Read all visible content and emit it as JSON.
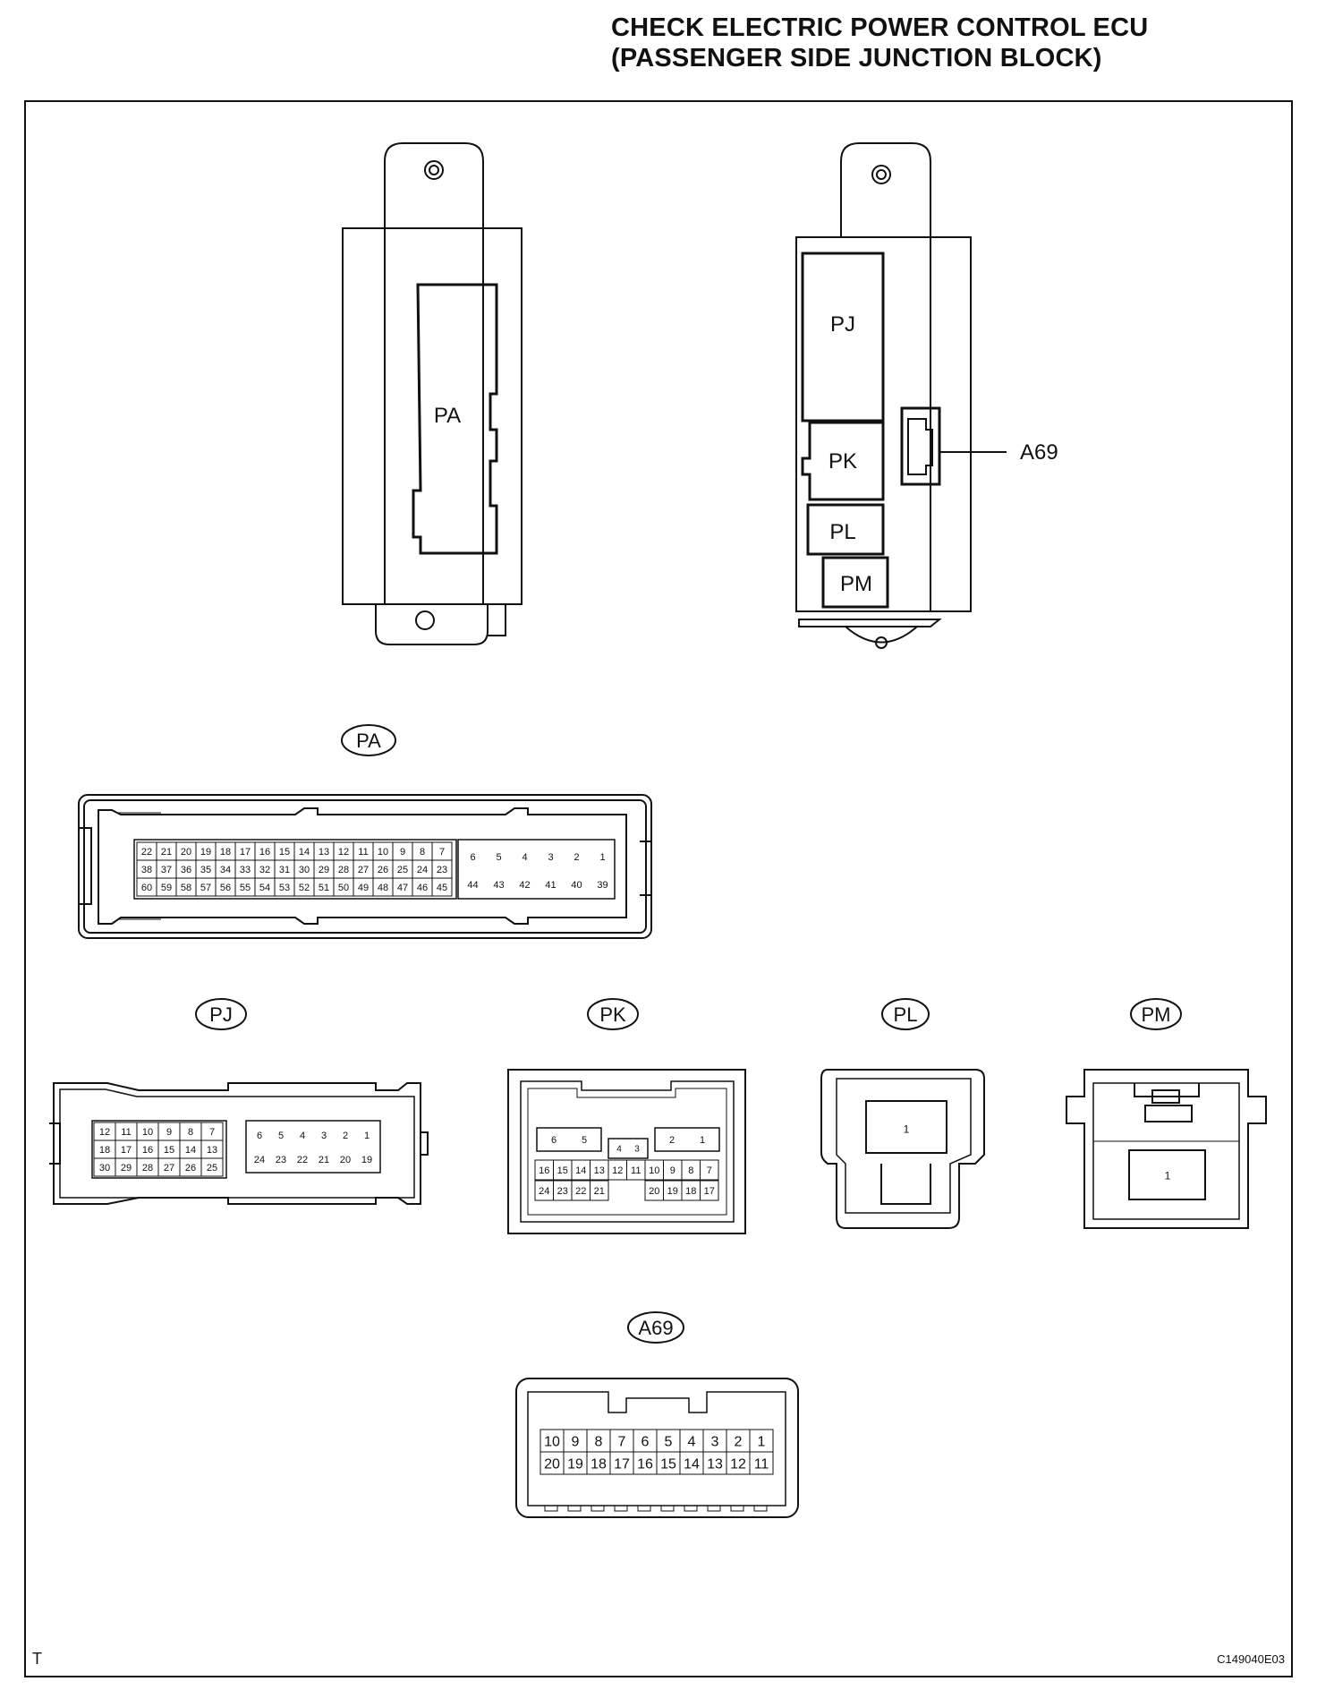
{
  "title_line1": "CHECK ELECTRIC POWER CONTROL ECU",
  "title_line2": "(PASSENGER SIDE JUNCTION BLOCK)",
  "corner_mark": "T",
  "figure_code": "C149040E03",
  "top_view": {
    "left_block_label": "PA",
    "right_block_labels": [
      "PJ",
      "PK",
      "PL",
      "PM"
    ],
    "callout_label": "A69"
  },
  "connectors": {
    "PA": {
      "label": "PA",
      "left_rows": [
        [
          "22",
          "21",
          "20",
          "19",
          "18",
          "17",
          "16",
          "15",
          "14",
          "13",
          "12",
          "11",
          "10",
          "9",
          "8",
          "7"
        ],
        [
          "38",
          "37",
          "36",
          "35",
          "34",
          "33",
          "32",
          "31",
          "30",
          "29",
          "28",
          "27",
          "26",
          "25",
          "24",
          "23"
        ],
        [
          "60",
          "59",
          "58",
          "57",
          "56",
          "55",
          "54",
          "53",
          "52",
          "51",
          "50",
          "49",
          "48",
          "47",
          "46",
          "45"
        ]
      ],
      "right_rows": [
        [
          "6",
          "5",
          "4",
          "3",
          "2",
          "1"
        ],
        [
          "44",
          "43",
          "42",
          "41",
          "40",
          "39"
        ]
      ]
    },
    "PJ": {
      "label": "PJ",
      "left_rows": [
        [
          "12",
          "11",
          "10",
          "9",
          "8",
          "7"
        ],
        [
          "18",
          "17",
          "16",
          "15",
          "14",
          "13"
        ],
        [
          "30",
          "29",
          "28",
          "27",
          "26",
          "25"
        ]
      ],
      "right_rows": [
        [
          "6",
          "5",
          "4",
          "3",
          "2",
          "1"
        ],
        [
          "24",
          "23",
          "22",
          "21",
          "20",
          "19"
        ]
      ]
    },
    "PK": {
      "label": "PK",
      "top_left": [
        "6",
        "5"
      ],
      "top_mid": [
        "4",
        "3"
      ],
      "top_right": [
        "2",
        "1"
      ],
      "mid_row": [
        "16",
        "15",
        "14",
        "13",
        "12",
        "11",
        "10",
        "9",
        "8",
        "7"
      ],
      "bottom_left": [
        "24",
        "23",
        "22",
        "21"
      ],
      "bottom_right": [
        "20",
        "19",
        "18",
        "17"
      ]
    },
    "PL": {
      "label": "PL",
      "pin": "1"
    },
    "PM": {
      "label": "PM",
      "pin": "1"
    },
    "A69": {
      "label": "A69",
      "rows": [
        [
          "10",
          "9",
          "8",
          "7",
          "6",
          "5",
          "4",
          "3",
          "2",
          "1"
        ],
        [
          "20",
          "19",
          "18",
          "17",
          "16",
          "15",
          "14",
          "13",
          "12",
          "11"
        ]
      ]
    }
  }
}
